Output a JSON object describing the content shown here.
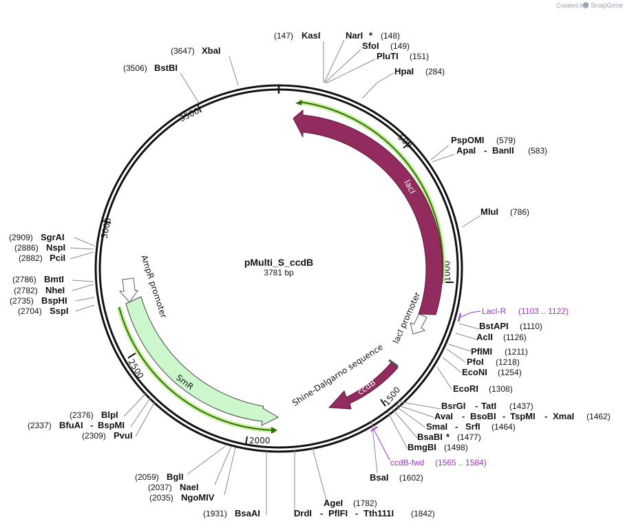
{
  "credit": {
    "prefix": "Created by",
    "brand": "SnapGene"
  },
  "plasmid": {
    "name": "pMulti_S_ccdB",
    "length": "3781 bp"
  },
  "ticks": [
    "500",
    "1000",
    "1500",
    "2000",
    "2500",
    "3000",
    "3500"
  ],
  "features": {
    "lacI": "lacI",
    "lacI_promoter": "lacI promoter",
    "ccdB": "ccdB",
    "shine_dalgarno": "Shine-Dalgarno sequence",
    "smR": "SmR",
    "ampR_promoter": "AmpR promoter"
  },
  "primers": {
    "lacI_R": {
      "name": "LacI-R",
      "range": "(1103 .. 1122)"
    },
    "ccdB_fwd": {
      "name": "ccdB-fwd",
      "range": "(1565 .. 1584)"
    }
  },
  "sites": {
    "kasI": {
      "name": "KasI",
      "pos": "(147)"
    },
    "narI": {
      "name": "NarI",
      "star": "*",
      "pos": "(148)"
    },
    "sfoI": {
      "name": "SfoI",
      "pos": "(149)"
    },
    "pluTI": {
      "name": "PluTI",
      "pos": "(151)"
    },
    "hpaI": {
      "name": "HpaI",
      "pos": "(284)"
    },
    "xbaI": {
      "name": "XbaI",
      "pos": "(3647)"
    },
    "bstBI": {
      "name": "BstBI",
      "pos": "(3506)"
    },
    "pspOMI": {
      "name": "PspOMI",
      "pos": "(579)"
    },
    "apaI": {
      "name": "ApaI",
      "sep": "-",
      "name2": "BanII",
      "pos": "(583)"
    },
    "mluI": {
      "name": "MluI",
      "pos": "(786)"
    },
    "bstAPI": {
      "name": "BstAPI",
      "pos": "(1110)"
    },
    "aclI": {
      "name": "AclI",
      "pos": "(1126)"
    },
    "pflMI": {
      "name": "PflMI",
      "pos": "(1211)"
    },
    "pfoI": {
      "name": "PfoI",
      "pos": "(1218)"
    },
    "ecoNI": {
      "name": "EcoNI",
      "pos": "(1254)"
    },
    "ecoRI": {
      "name": "EcoRI",
      "pos": "(1308)"
    },
    "bsrGI": {
      "name": "BsrGI",
      "sep": "-",
      "name2": "TatI",
      "pos": "(1437)"
    },
    "avaI": {
      "name": "AvaI",
      "sep": "-",
      "name2": "BsoBI",
      "sep2": "-",
      "name3": "TspMI",
      "sep3": "-",
      "name4": "XmaI",
      "pos": "(1462)"
    },
    "smaI": {
      "name": "SmaI",
      "sep": "-",
      "name2": "SrfI",
      "pos": "(1464)"
    },
    "bsaBI": {
      "name": "BsaBI",
      "star": "*",
      "pos": "(1477)"
    },
    "bmgBI": {
      "name": "BmgBI",
      "pos": "(1498)"
    },
    "bsaI": {
      "name": "BsaI",
      "pos": "(1602)"
    },
    "ageI": {
      "name": "AgeI",
      "pos": "(1782)"
    },
    "drdI": {
      "name": "DrdI",
      "sep": "-",
      "name2": "PflFI",
      "sep2": "-",
      "name3": "Tth111I",
      "pos": "(1842)"
    },
    "bsaAI": {
      "name": "BsaAI",
      "pos": "(1931)"
    },
    "ngoMIV": {
      "name": "NgoMIV",
      "pos": "(2035)"
    },
    "naeI": {
      "name": "NaeI",
      "pos": "(2037)"
    },
    "bglI": {
      "name": "BglI",
      "pos": "(2059)"
    },
    "pvuI": {
      "name": "PvuI",
      "pos": "(2309)"
    },
    "bfuAI": {
      "name": "BfuAI",
      "sep": "-",
      "name2": "BspMI",
      "pos": "(2337)"
    },
    "blpI": {
      "name": "BlpI",
      "pos": "(2376)"
    },
    "sspI": {
      "name": "SspI",
      "pos": "(2704)"
    },
    "bspHI": {
      "name": "BspHI",
      "pos": "(2735)"
    },
    "nheI": {
      "name": "NheI",
      "pos": "(2782)"
    },
    "bmtI": {
      "name": "BmtI",
      "pos": "(2786)"
    },
    "pclI": {
      "name": "PciI",
      "pos": "(2882)"
    },
    "nspI": {
      "name": "NspI",
      "pos": "(2886)"
    },
    "sgrAI": {
      "name": "SgrAI",
      "pos": "(2909)"
    }
  },
  "colors": {
    "backbone": "#111111",
    "lacI": "#922b5e",
    "ccdB": "#922b5e",
    "smR": "#ccf7cc",
    "promoter": "#ffffff",
    "primer": "#9b30c8",
    "highlight": "#b9e88a",
    "strand": "#2f6d0a"
  }
}
